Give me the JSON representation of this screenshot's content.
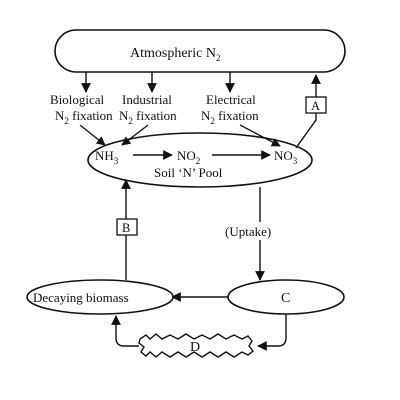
{
  "atmosphere": {
    "label": "Atmospheric N",
    "sub": "2"
  },
  "sources": {
    "biological_line1": "Biological",
    "biological_line2_n": "N",
    "biological_line2_sub": "2",
    "biological_line2_rest": " fixation",
    "industrial_line1": "Industrial",
    "industrial_line2_n": "N",
    "industrial_line2_sub": "2",
    "industrial_line2_rest": " fixation",
    "electrical_line1": "Electrical",
    "electrical_line2_n": "N",
    "electrical_line2_sub": "2",
    "electrical_line2_rest": " fixation"
  },
  "pool": {
    "nh3": "NH",
    "nh3_sub": "3",
    "no2": "NO",
    "no2_sub": "2",
    "no3": "NO",
    "no3_sub": "3",
    "label": "Soil ‘N’ Pool"
  },
  "boxes": {
    "a": "A",
    "b": "B"
  },
  "uptake": "(Uptake)",
  "decaying": "Decaying biomass",
  "node_c": "C",
  "node_d": "D"
}
